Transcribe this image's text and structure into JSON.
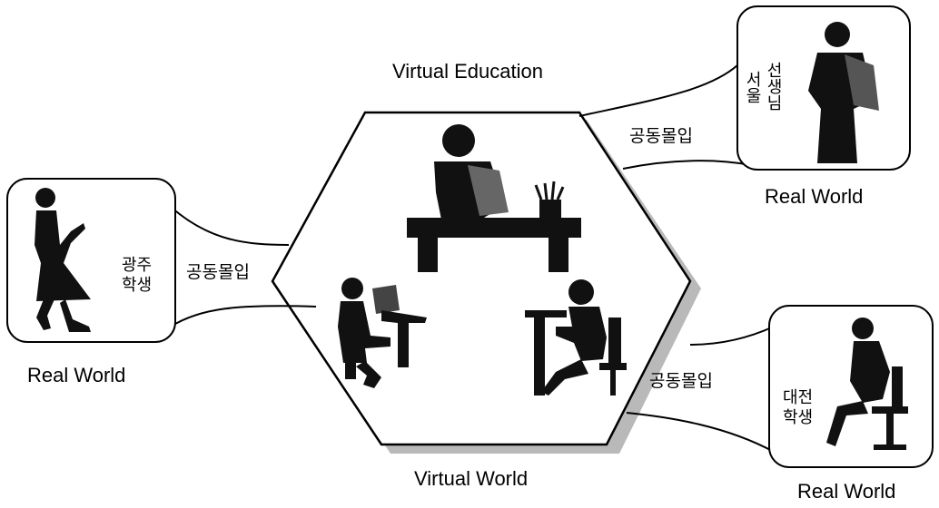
{
  "labels": {
    "virtual_education": "Virtual Education",
    "virtual_world": "Virtual World",
    "real_world_left": "Real World",
    "real_world_top_right": "Real World",
    "real_world_bottom_right": "Real World"
  },
  "connections": {
    "immersion_left": "공동몰입",
    "immersion_top_right": "공동몰입",
    "immersion_bottom_right": "공동몰입"
  },
  "participants": {
    "gwangju_student": {
      "line1": "광주",
      "line2": "학생"
    },
    "seoul_teacher": {
      "col_left": "서울",
      "col_right": "선생님"
    },
    "daejeon_student": {
      "line1": "대전",
      "line2": "학생"
    }
  }
}
